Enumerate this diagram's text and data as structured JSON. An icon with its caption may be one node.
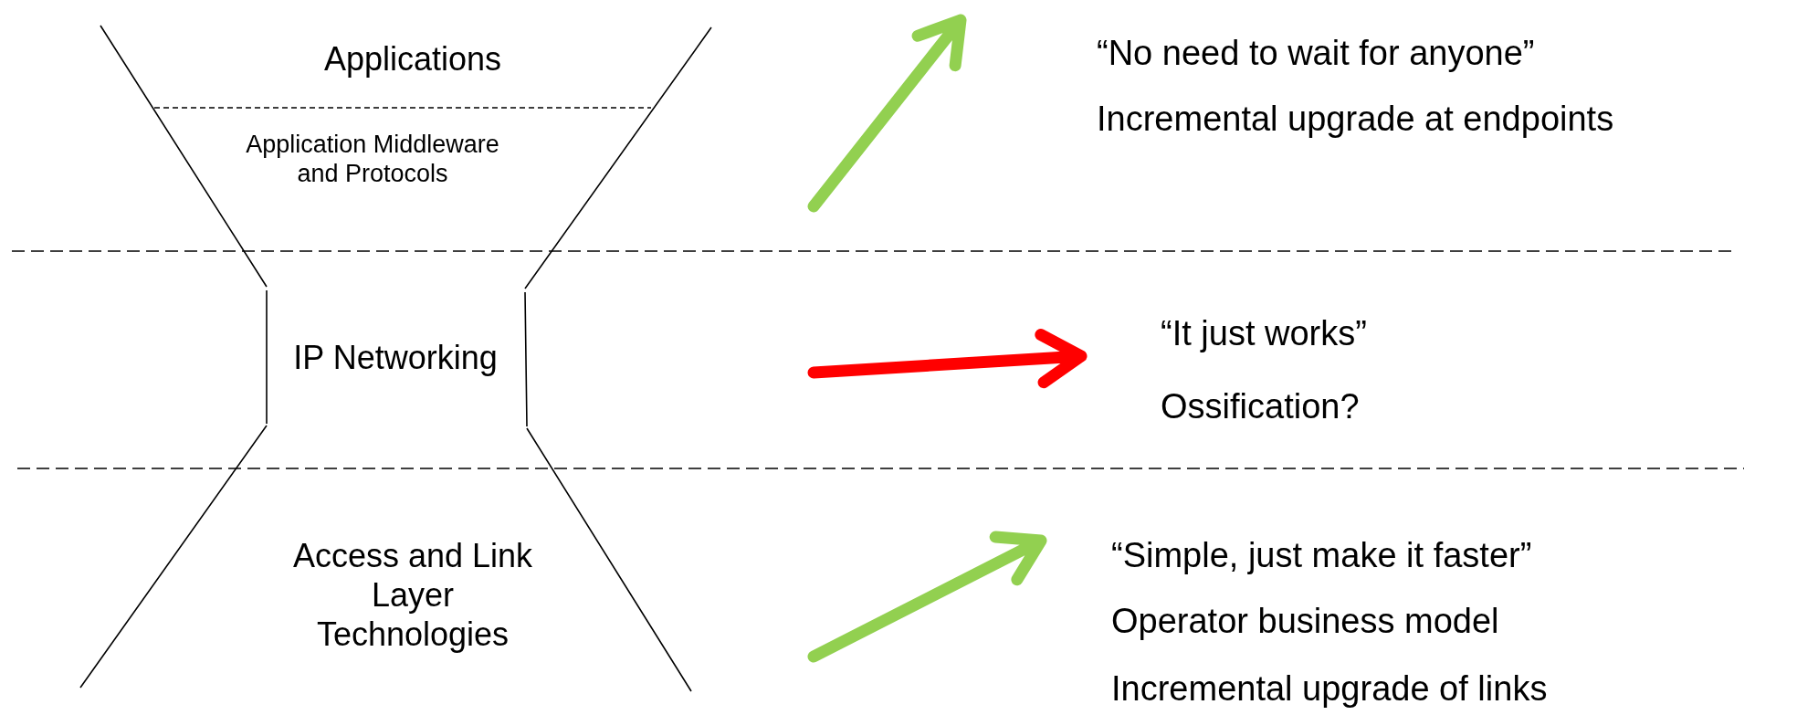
{
  "diagram": {
    "labels": [
      "Applications",
      "“No need to wait for anyone”",
      "Incremental upgrade at endpoints",
      "Application Middleware and Protocols",
      "IP Networking",
      "“It just works”",
      "Ossification?",
      "Access and Link Layer Technologies",
      "“Simple, just make it faster”",
      "Operator business model",
      "Incremental upgrade of links"
    ]
  }
}
